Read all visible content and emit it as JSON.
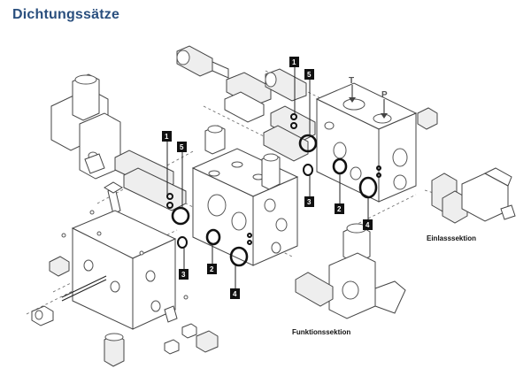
{
  "title": "Dichtungssätze",
  "labels": {
    "inlet_section": "Einlasssektion",
    "function_section": "Funktionssektion",
    "port_t": "T",
    "port_p": "P"
  },
  "callouts": {
    "left_1": "1",
    "left_5": "5",
    "left_3": "3",
    "left_2": "2",
    "left_4": "4",
    "right_1": "1",
    "right_5": "5",
    "right_3": "3",
    "right_2": "2",
    "right_4": "4"
  },
  "colors": {
    "title": "#2a4f7e",
    "callout_bg": "#111111",
    "line": "#444444"
  }
}
